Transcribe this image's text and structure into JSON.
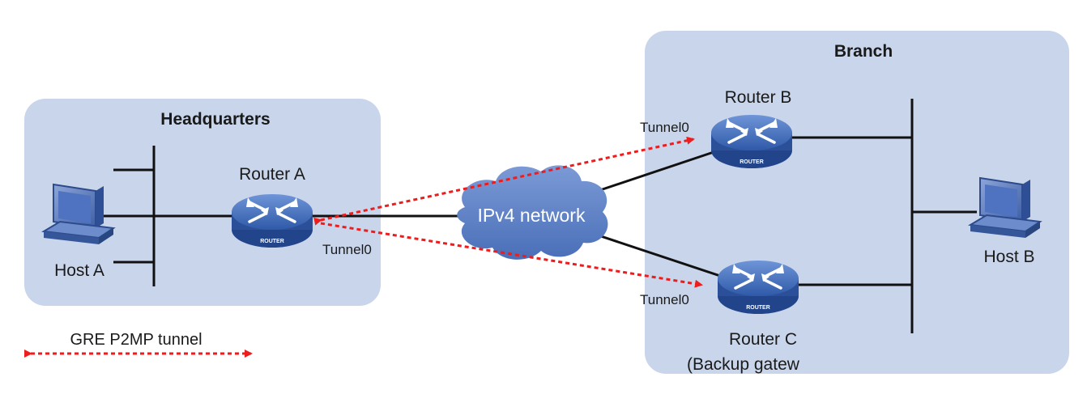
{
  "regions": {
    "headquarters": "Headquarters",
    "branch": "Branch"
  },
  "devices": {
    "host_a": "Host A",
    "host_b": "Host B",
    "router_a": "Router A",
    "router_b": "Router B",
    "router_c": "Router C",
    "router_c_note": "(Backup gatew",
    "router_badge": "ROUTER"
  },
  "network": {
    "cloud": "IPv4 network"
  },
  "interfaces": {
    "router_a_tunnel": "Tunnel0",
    "router_b_tunnel": "Tunnel0",
    "router_c_tunnel": "Tunnel0"
  },
  "legend": {
    "gre_tunnel": "GRE P2MP tunnel"
  },
  "colors": {
    "region_fill": "#c9d5ea",
    "tunnel": "#ee1c1c",
    "router_body": "#3d66b7",
    "cloud": "#5b7fc4"
  }
}
